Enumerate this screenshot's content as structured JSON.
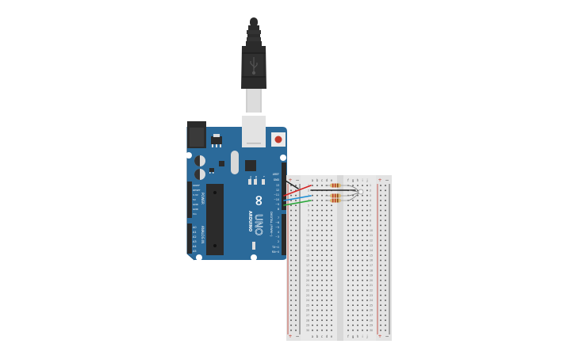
{
  "canvas": {
    "background": "#ffffff"
  },
  "colors": {
    "board": "#2b6a9a",
    "board_edge": "#1f557e",
    "header": "#2a2a2a",
    "usb_cable": "#2b2b2b",
    "usb_plug": "#d6d6d6",
    "breadboard": "#e6e6e6",
    "breadboard_channel": "#d8d8d8",
    "rail_red": "#c0392b",
    "rail_black": "#444444",
    "wire_black": "#222222",
    "wire_red": "#d42020",
    "wire_blue": "#1e8fd6",
    "wire_green": "#2aa83a",
    "resistor_body": "#d9b872",
    "reset_button": "#c0392b"
  },
  "arduino": {
    "logo_text": "ARDUINO",
    "model": "UNO",
    "infinity_symbol": "∞",
    "power_header_title": "POWER",
    "analog_header_title": "ANALOG IN",
    "digital_header_title": "DIGITAL (PWM~)",
    "power_pins": [
      "IOREF",
      "RESET",
      "3.3V",
      "5V",
      "GND",
      "GND",
      "Vin"
    ],
    "analog_pins": [
      "A0",
      "A1",
      "A2",
      "A3",
      "A4",
      "A5"
    ],
    "digital_pins_top": [
      "AREF",
      "GND",
      "13",
      "12",
      "~11",
      "~10",
      "~9",
      "8"
    ],
    "digital_pins_bottom": [
      "7",
      "~6",
      "~5",
      "4",
      "~3",
      "2",
      "TX→1",
      "RX←0"
    ],
    "led_labels": [
      "TX",
      "RX",
      "L"
    ]
  },
  "breadboard": {
    "columns_left": [
      "a",
      "b",
      "c",
      "d",
      "e"
    ],
    "columns_right": [
      "f",
      "g",
      "h",
      "i",
      "j"
    ],
    "rows": [
      "1",
      "2",
      "3",
      "4",
      "5",
      "6",
      "7",
      "8",
      "9",
      "10",
      "11",
      "12",
      "13",
      "14",
      "15",
      "16",
      "17",
      "18",
      "19",
      "20",
      "21",
      "22",
      "23",
      "24",
      "25",
      "26",
      "27",
      "28",
      "29",
      "30"
    ],
    "rail_plus": "+",
    "rail_minus": "−"
  },
  "components": {
    "usb_cable": {
      "label": "USB cable"
    },
    "resistors": [
      {
        "row": 1
      },
      {
        "row": 3
      },
      {
        "row": 4
      }
    ],
    "rgb_led": {
      "label": "RGB LED",
      "row_start": 1,
      "row_end": 4
    }
  },
  "wires": [
    {
      "color": "black",
      "from": "GND",
      "to": "- rail"
    },
    {
      "color": "red",
      "from": "~11",
      "to": "a1"
    },
    {
      "color": "blue",
      "from": "~10",
      "to": "a3"
    },
    {
      "color": "green",
      "from": "~9",
      "to": "a4"
    }
  ]
}
